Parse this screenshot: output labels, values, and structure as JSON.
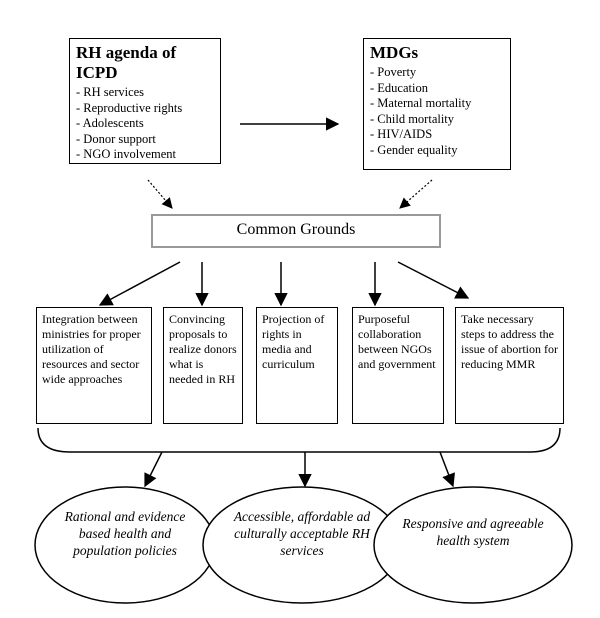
{
  "icpd": {
    "title": "RH agenda of ICPD",
    "items": [
      "RH services",
      "Reproductive rights",
      "Adolescents",
      "Donor support",
      "NGO involvement"
    ]
  },
  "mdgs": {
    "title": "MDGs",
    "items": [
      "Poverty",
      "Education",
      "Maternal mortality",
      "Child mortality",
      "HIV/AIDS",
      "Gender equality"
    ]
  },
  "common_grounds": "Common Grounds",
  "strategies": [
    "Integration between ministries for proper utilization of resources and sector wide approaches",
    "Convincing proposals to realize donors what is needed in RH",
    "Projection of rights in media and curriculum",
    "Purposeful collaboration between NGOs and government",
    "Take necessary steps to address the issue of abortion for reducing MMR"
  ],
  "outcomes": [
    "Rational and evidence based health and population policies",
    "Accessible, affordable ad culturally acceptable RH services",
    "Responsive and agreeable health system"
  ]
}
